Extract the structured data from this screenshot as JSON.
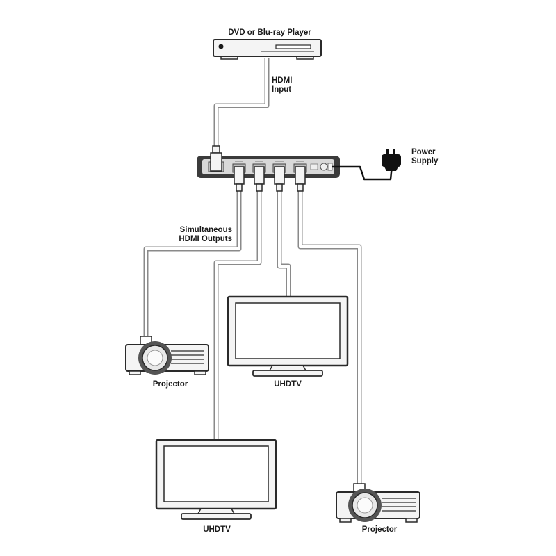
{
  "labels": {
    "source": "DVD or Blu-ray Player",
    "hdmi_input_line1": "HDMI",
    "hdmi_input_line2": "Input",
    "power_line1": "Power",
    "power_line2": "Supply",
    "outputs_line1": "Simultaneous",
    "outputs_line2": "HDMI Outputs",
    "projector_left": "Projector",
    "uhdtv_center": "UHDTV",
    "uhdtv_bottom": "UHDTV",
    "projector_right": "Projector"
  },
  "colors": {
    "cable": "#ffffff",
    "cable_outline": "#8a8a8a",
    "device_fill": "#f4f4f4",
    "device_outline": "#2a2a2a",
    "splitter_fill": "#3b3b3b",
    "splitter_panel": "#d9d9d9",
    "power_cable": "#111111"
  }
}
